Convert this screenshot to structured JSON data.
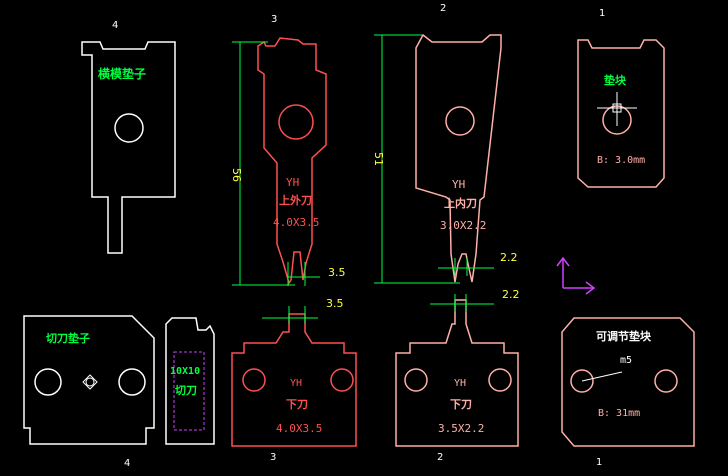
{
  "colors": {
    "background": "#000000",
    "white": "#ffffff",
    "red": "#ff5050",
    "pink": "#ffb0a8",
    "green": "#00ff40",
    "yellow": "#ffff40",
    "magenta": "#d040ff"
  },
  "numbers": {
    "top_4": "4",
    "top_3": "3",
    "top_2": "2",
    "top_1": "1",
    "bottom_4": "4",
    "bottom_3": "3",
    "bottom_2": "2",
    "bottom_1": "1"
  },
  "parts": {
    "cross_pad": {
      "label": "横模垫子"
    },
    "upper_outer_knife": {
      "brand": "YH",
      "name": "上外刀",
      "size": "4.0X3.5"
    },
    "upper_inner_knife": {
      "brand": "YH",
      "name": "上内刀",
      "size": "3.0X2.2"
    },
    "shim_top": {
      "name": "垫块",
      "thickness": "B: 3.0mm"
    },
    "cutter_pad": {
      "label": "切刀垫子"
    },
    "cutter_side": {
      "size": "10X10",
      "name": "切刀"
    },
    "lower_knife_3": {
      "brand": "YH",
      "name": "下刀",
      "size": "4.0X3.5"
    },
    "lower_knife_2": {
      "brand": "YH",
      "name": "下刀",
      "size": "3.5X2.2"
    },
    "adjustable_shim": {
      "name": "可调节垫块",
      "screw": "m5",
      "thickness": "B: 31mm"
    }
  },
  "dimensions": {
    "height_56": "56",
    "height_51": "51",
    "tip_3_5_upper": "3.5",
    "tip_3_5_lower": "3.5",
    "tip_2_2_upper": "2.2",
    "tip_2_2_lower": "2.2"
  }
}
